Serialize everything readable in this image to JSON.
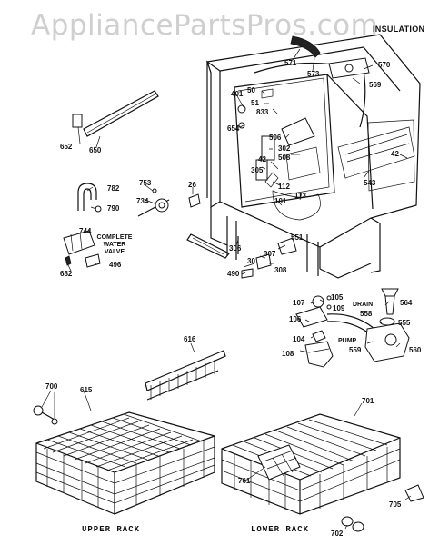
{
  "watermark": "AppliancePartsPros.com",
  "insulation_label": "INSULATION",
  "captions": {
    "upper_rack": "UPPER RACK",
    "lower_rack": "LOWER RACK"
  },
  "notes": {
    "drain": "DRAIN",
    "pump": "PUMP",
    "complete_water_valve": "COMPLETE WATER VALVE"
  },
  "part_labels": [
    "571",
    "573",
    "570",
    "569",
    "401",
    "50",
    "51",
    "833",
    "654",
    "506",
    "302",
    "42",
    "508",
    "305",
    "112",
    "101",
    "113",
    "543",
    "42",
    "652",
    "650",
    "753",
    "782",
    "790",
    "734",
    "26",
    "744",
    "306",
    "551",
    "30",
    "307",
    "490",
    "308",
    "682",
    "496",
    "107",
    "105",
    "109",
    "106",
    "104",
    "108",
    "564",
    "558",
    "555",
    "559",
    "560",
    "616",
    "700",
    "615",
    "701",
    "761",
    "705",
    "702"
  ]
}
